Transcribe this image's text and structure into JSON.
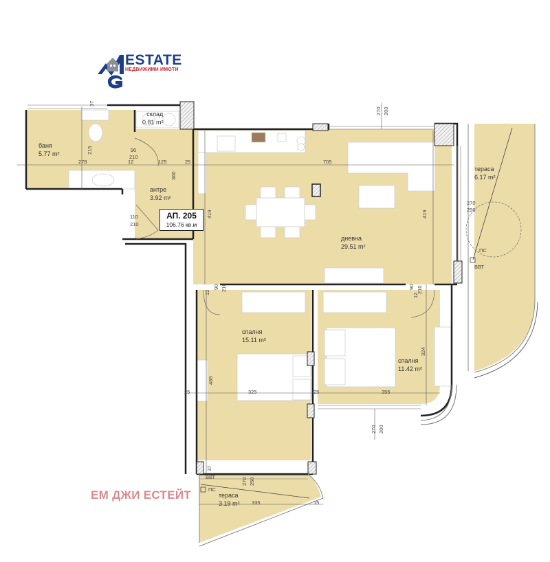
{
  "logo": {
    "title": "ESTATE",
    "subtitle": "НЕДВИЖИМИ ИМОТИ",
    "mark": "MG",
    "colors": {
      "blue": "#1c3f8a",
      "red": "#c0202a",
      "grey": "#8a8f98"
    }
  },
  "apartment": {
    "number": "АП. 205",
    "total_area": "106.76 кв.м"
  },
  "rooms": [
    {
      "name": "баня",
      "area": "5.77 m²"
    },
    {
      "name": "склад",
      "area": "0.81 m²"
    },
    {
      "name": "антре",
      "area": "3.92 m²"
    },
    {
      "name": "дневна",
      "area": "29.51 m²"
    },
    {
      "name": "спалня",
      "area": "15.11 m²"
    },
    {
      "name": "спалня",
      "area": "11.42 m²"
    },
    {
      "name": "тераса",
      "area": "6.17 m²"
    },
    {
      "name": "тераса",
      "area": "3.19 m²"
    }
  ],
  "dimensions": {
    "bath_width": "278",
    "bath_depth": "215",
    "wall_37_top": "37",
    "wall_12_a": "12",
    "antre_width": "125",
    "wall_25_a": "25",
    "antre_len": "360",
    "door_bath_w": "90",
    "door_bath_h": "210",
    "entry_door_w": "110",
    "entry_door_h": "210",
    "living_width": "705",
    "living_depth_left": "419",
    "living_depth_right": "419",
    "window_top_270": "270",
    "window_top_200": "200",
    "terrace_door_270": "270",
    "terrace_door_250": "250",
    "bed1_door_w": "90",
    "bed1_door_h": "210",
    "bed1_wall_12": "12",
    "bed2_door_w": "90",
    "bed2_door_h": "210",
    "bed2_wall_12": "12",
    "bed1_width": "325",
    "bed1_depth": "469",
    "wall_25_b": "25",
    "wall_25_c": "25",
    "bed2_width": "355",
    "bed2_depth": "324",
    "window_bot_270": "270",
    "window_bot_200": "200",
    "bottom_wall_37": "37",
    "bottom_terrace_270": "270",
    "bottom_terrace_250": "250",
    "bottom_terrace_len": "335",
    "bottom_wall_15": "15"
  },
  "symbols": {
    "pc": "ПС",
    "vvt": "ВВТ"
  },
  "watermark": "ЕМ ДЖИ ЕСТЕЙТ",
  "colors": {
    "floor": "#ecdca8",
    "wall": "#222222",
    "hatch": "#d0d0d0",
    "furniture": "#ffffff",
    "terrace_edge": "#bdbdbd"
  }
}
